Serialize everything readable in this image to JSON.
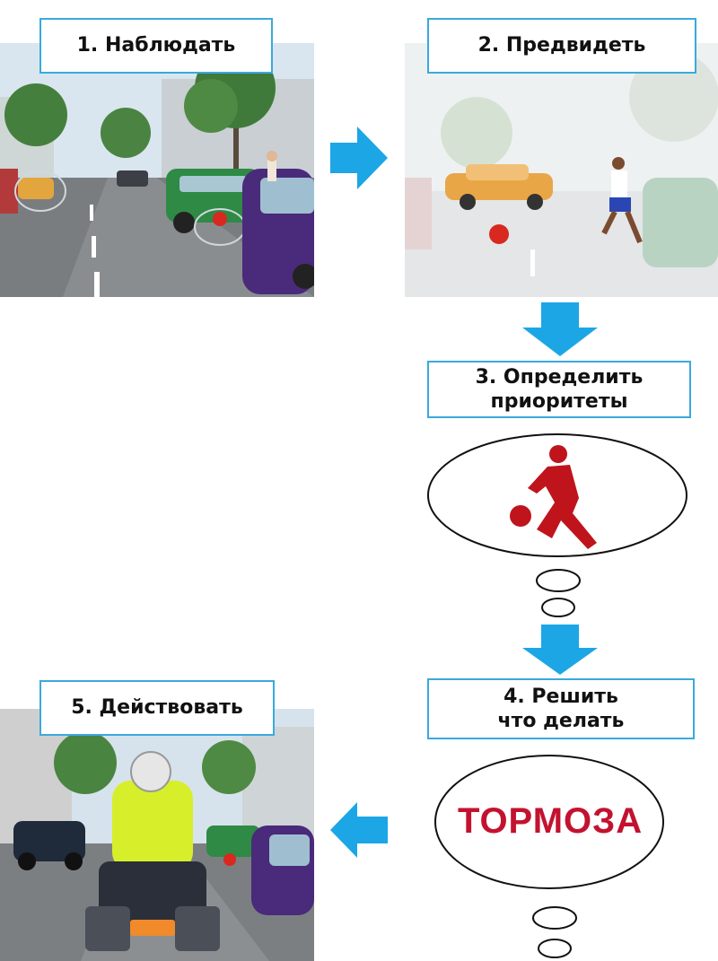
{
  "steps": [
    {
      "label": "1. Наблюдать"
    },
    {
      "label": "2. Предвидеть"
    },
    {
      "line1": "3. Определить",
      "line2": "приоритеты"
    },
    {
      "line1": "4. Решить",
      "line2": "что делать"
    },
    {
      "label": "5. Действовать"
    }
  ],
  "decision": {
    "text": "ТОРМОЗА"
  },
  "colors": {
    "accent_blue": "#1ca6e6",
    "border_blue": "#3aa9de",
    "brake_red": "#c3122f",
    "figure_red": "#c0141c"
  }
}
